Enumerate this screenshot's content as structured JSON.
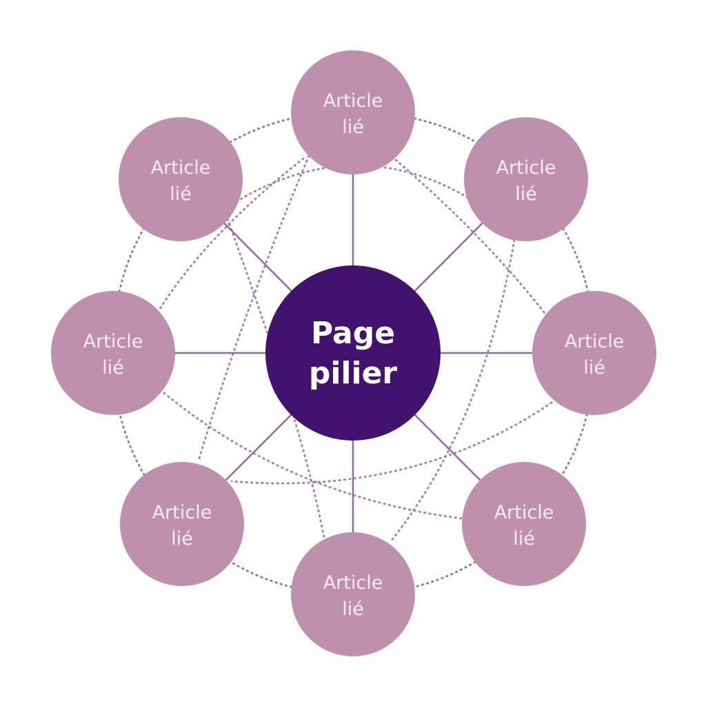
{
  "diagram": {
    "center": {
      "line1": "Page",
      "line2": "pilier"
    },
    "satellites": [
      {
        "line1": "Article",
        "line2": "lié"
      },
      {
        "line1": "Article",
        "line2": "lié"
      },
      {
        "line1": "Article",
        "line2": "lié"
      },
      {
        "line1": "Article",
        "line2": "lié"
      },
      {
        "line1": "Article",
        "line2": "lié"
      },
      {
        "line1": "Article",
        "line2": "lié"
      },
      {
        "line1": "Article",
        "line2": "lié"
      },
      {
        "line1": "Article",
        "line2": "lié"
      }
    ]
  },
  "colors": {
    "background": "#ffffff",
    "center_fill": "#41136e",
    "center_text": "#ffffff",
    "satellite_fill": "#bf90ab",
    "satellite_text": "#f6eef3",
    "spoke_line": "#8e6aa5",
    "dotted_line": "#9a78b2"
  }
}
